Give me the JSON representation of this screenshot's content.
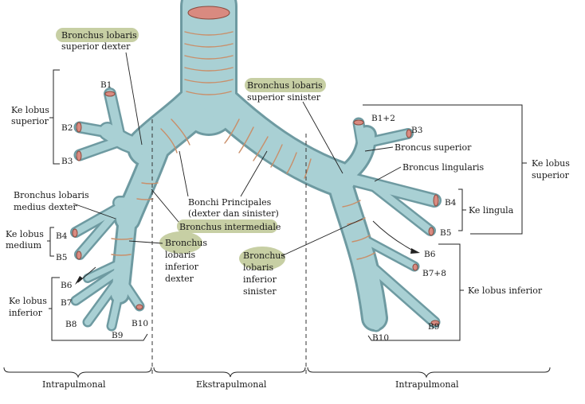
{
  "labels": {
    "bronchus_lobaris_superior_dexter_1": "Bronchus lobaris",
    "bronchus_lobaris_superior_dexter_2": "superior dexter",
    "ke_lobus_superior_left_1": "Ke lobus",
    "ke_lobus_superior_left_2": "superior",
    "b1_left": "B1",
    "b2_left": "B2",
    "b3_left": "B3",
    "bronchus_lobaris_medius_dexter_1": "Bronchus lobaris",
    "bronchus_lobaris_medius_dexter_2": "medius dexter",
    "ke_lobus_medium_1": "Ke lobus",
    "ke_lobus_medium_2": "medium",
    "b4_left": "B4",
    "b5_left": "B5",
    "ke_lobus_inferior_left_1": "Ke lobus",
    "ke_lobus_inferior_left_2": "inferior",
    "b6_left": "B6",
    "b7_left": "B7",
    "b8_left": "B8",
    "b9_left": "B9",
    "b10_left": "B10",
    "bronchus_lobaris_inferior_dexter_1": "Bronchus",
    "bronchus_lobaris_inferior_dexter_2": "lobaris",
    "bronchus_lobaris_inferior_dexter_3": "inferior",
    "bronchus_lobaris_inferior_dexter_4": "dexter",
    "bronchi_principales_1": "Bonchi Principales",
    "bronchi_principales_2": "(dexter dan sinister)",
    "bronchus_intermediale": "Bronchus intermediale",
    "bronchus_lobaris_superior_sinister_1": "Bronchus lobaris",
    "bronchus_lobaris_superior_sinister_2": "superior sinister",
    "b1_2_right": "B1+2",
    "b3_right": "B3",
    "broncus_superior": "Broncus superior",
    "broncus_lingularis": "Broncus lingularis",
    "ke_lobus_superior_right_1": "Ke lobus",
    "ke_lobus_superior_right_2": "superior",
    "b4_right": "B4",
    "b5_right": "B5",
    "ke_lingula": "Ke lingula",
    "bronchus_lobaris_inferior_sinister_1": "Bronchus",
    "bronchus_lobaris_inferior_sinister_2": "lobaris",
    "bronchus_lobaris_inferior_sinister_3": "inferior",
    "bronchus_lobaris_inferior_sinister_4": "sinister",
    "b6_right": "B6",
    "b7_8_right": "B7+8",
    "ke_lobus_inferior_right": "Ke lobus inferior",
    "b9_right": "B9",
    "b10_right": "B10",
    "intrapulmonal_left": "Intrapulmonal",
    "ekstrapulmonal": "Ekstrapulmonal",
    "intrapulmonal_right": "Intrapulmonal"
  },
  "colors": {
    "airway_fill": "#a9d0d4",
    "airway_edge": "#6e9aa1",
    "cartilage_ring": "#c98f6a",
    "label_highlight": "#c7cfa4",
    "cut_end": "#d98a80"
  }
}
